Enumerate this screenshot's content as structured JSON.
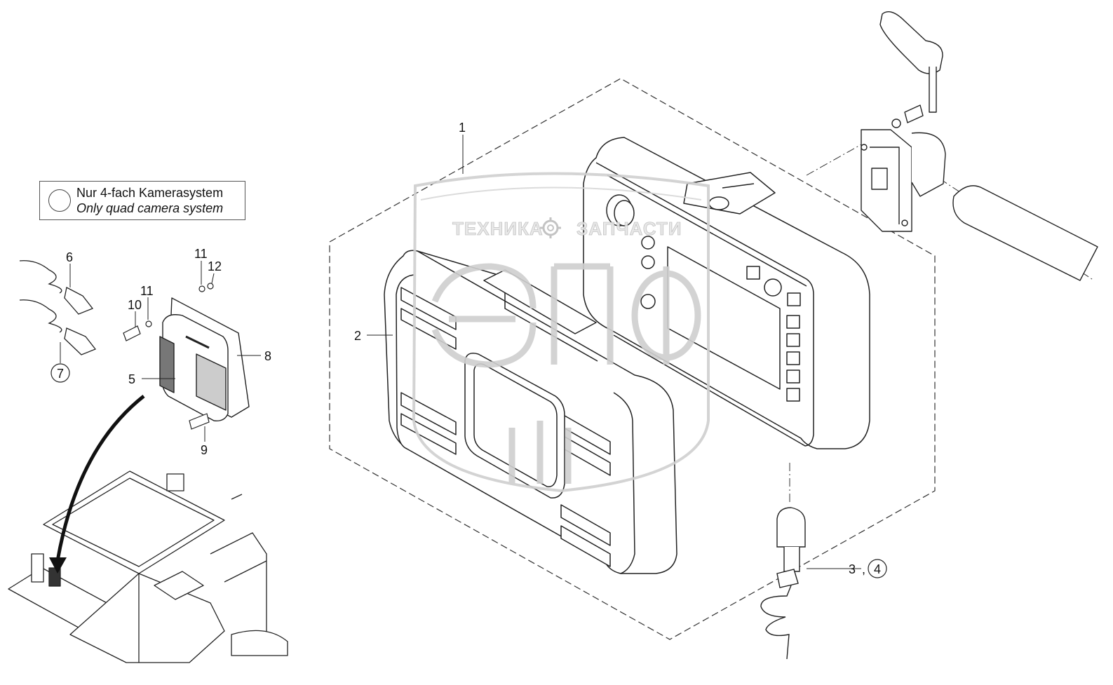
{
  "legend": {
    "line_de": "Nur 4-fach Kamerasystem",
    "line_en": "Only quad camera system"
  },
  "callouts": {
    "c1": "1",
    "c2": "2",
    "c3": "3",
    "comma": ",",
    "c4": "4",
    "c5": "5",
    "c6": "6",
    "c7": "7",
    "c8": "8",
    "c9": "9",
    "c10": "10",
    "c11a": "11",
    "c11b": "11",
    "c12": "12"
  },
  "watermark": {
    "left": "ТЕХНИКА",
    "right": "ЗАПЧАСТИ",
    "icon": "gear-icon"
  },
  "colors": {
    "line": "#222222",
    "watermark": "#c8c8c8"
  }
}
